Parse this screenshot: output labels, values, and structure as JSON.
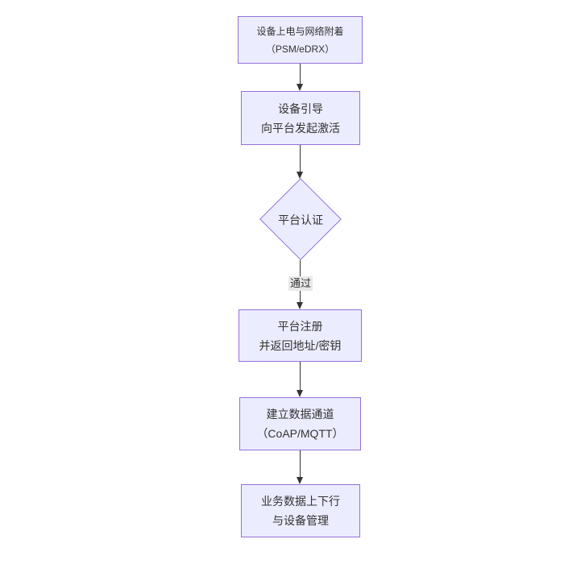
{
  "diagram": {
    "type": "flowchart",
    "direction": "top-down",
    "colors": {
      "background": "#ffffff",
      "node_fill": "#ECECFF",
      "node_border": "#9370DB",
      "text": "#333333",
      "arrow": "#333333",
      "edge_label_bg": "#e8e8e8"
    },
    "nodes": [
      {
        "id": "power",
        "shape": "rect",
        "lines": [
          "设备上电与网络附着",
          "（PSM/eDRX）"
        ]
      },
      {
        "id": "boot",
        "shape": "rect",
        "lines": [
          "设备引导",
          "向平台发起激活"
        ]
      },
      {
        "id": "auth",
        "shape": "diamond",
        "lines": [
          "平台认证"
        ]
      },
      {
        "id": "register",
        "shape": "rect",
        "lines": [
          "平台注册",
          "并返回地址/密钥"
        ]
      },
      {
        "id": "channel",
        "shape": "rect",
        "lines": [
          "建立数据通道",
          "（CoAP/MQTT）"
        ]
      },
      {
        "id": "business",
        "shape": "rect",
        "lines": [
          "业务数据上下行",
          "与设备管理"
        ]
      }
    ],
    "edges": [
      {
        "from": "power",
        "to": "boot",
        "label": ""
      },
      {
        "from": "boot",
        "to": "auth",
        "label": ""
      },
      {
        "from": "auth",
        "to": "register",
        "label": "通过"
      },
      {
        "from": "register",
        "to": "channel",
        "label": ""
      },
      {
        "from": "channel",
        "to": "business",
        "label": ""
      }
    ]
  }
}
